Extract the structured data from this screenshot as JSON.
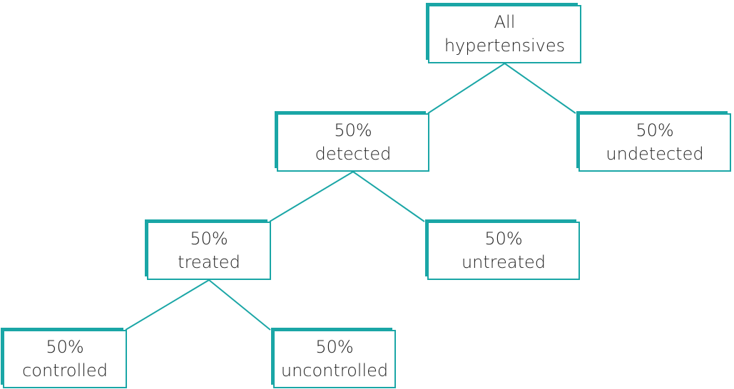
{
  "colors": {
    "accent": "#1aa6a6",
    "text": "#222222",
    "background": "#ffffff"
  },
  "nodes": {
    "all": {
      "line1": "All",
      "line2": "hypertensives"
    },
    "detected": {
      "line1": "50%",
      "line2": "detected"
    },
    "undetected": {
      "line1": "50%",
      "line2": "undetected"
    },
    "treated": {
      "line1": "50%",
      "line2": "treated"
    },
    "untreated": {
      "line1": "50%",
      "line2": "untreated"
    },
    "controlled": {
      "line1": "50%",
      "line2": "controlled"
    },
    "uncontrolled": {
      "line1": "50%",
      "line2": "uncontrolled"
    }
  },
  "edges": [
    {
      "from": "all",
      "to": "detected"
    },
    {
      "from": "all",
      "to": "undetected"
    },
    {
      "from": "detected",
      "to": "treated"
    },
    {
      "from": "detected",
      "to": "untreated"
    },
    {
      "from": "treated",
      "to": "controlled"
    },
    {
      "from": "treated",
      "to": "uncontrolled"
    }
  ]
}
